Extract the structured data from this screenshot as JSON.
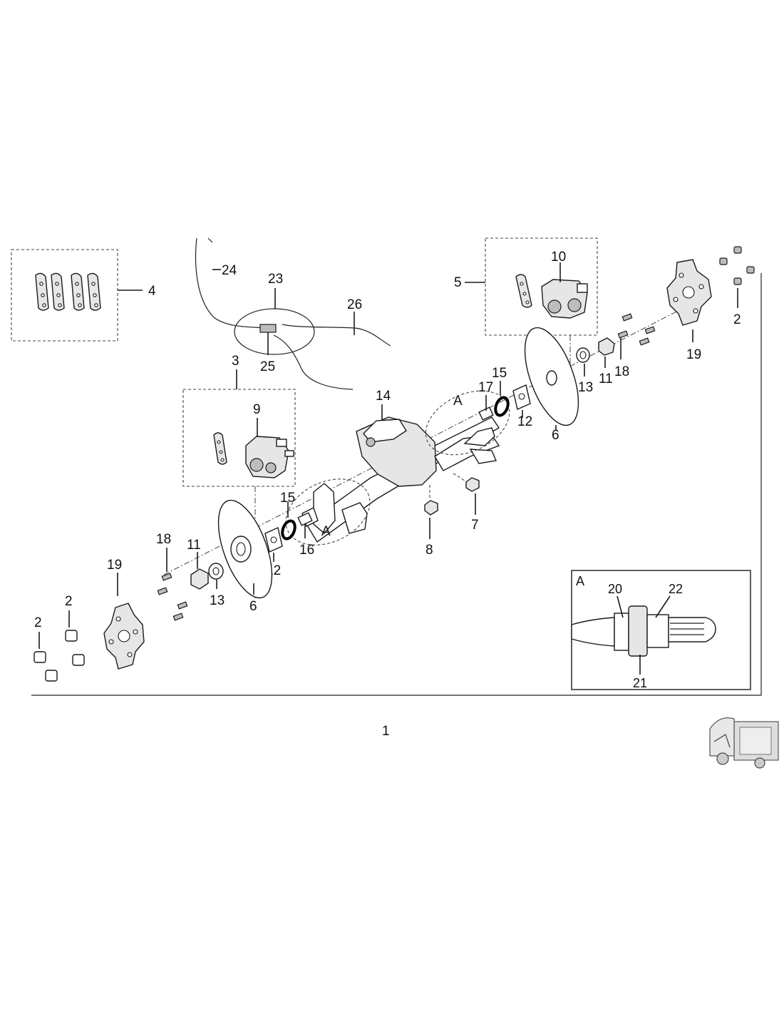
{
  "diagram": {
    "callouts": {
      "assembly": "1",
      "nut_a": "2",
      "nut_b": "2",
      "nut_c": "2",
      "caliper_kit_left": "3",
      "brake_pads": "4",
      "caliper_kit_right": "5",
      "disc_left": "6",
      "disc_right": "6",
      "plug_7": "7",
      "plug_8": "8",
      "caliper_left": "9",
      "caliper_right": "10",
      "hub_nut_left": "11",
      "hub_nut_right": "11",
      "spacer_left": "12",
      "spacer_right": "12",
      "washer_left": "13",
      "washer_right": "13",
      "axle_housing": "14",
      "oring_left": "15",
      "oring_right": "15",
      "seal_16": "16",
      "shaft_17": "17",
      "stud_left": "18",
      "stud_right": "18",
      "wheel_hub_left": "19",
      "wheel_hub_right": "19",
      "inset_20": "20",
      "inset_21": "21",
      "inset_22": "22",
      "brake_cable_set": "23",
      "cable_24": "24",
      "connector_25": "25",
      "cable_26": "26"
    },
    "detail_marks": {
      "left": "A",
      "right": "A",
      "inset": "A"
    },
    "icons": {
      "vehicle_thumbnail": "vehicle-thumbnail-icon"
    }
  }
}
